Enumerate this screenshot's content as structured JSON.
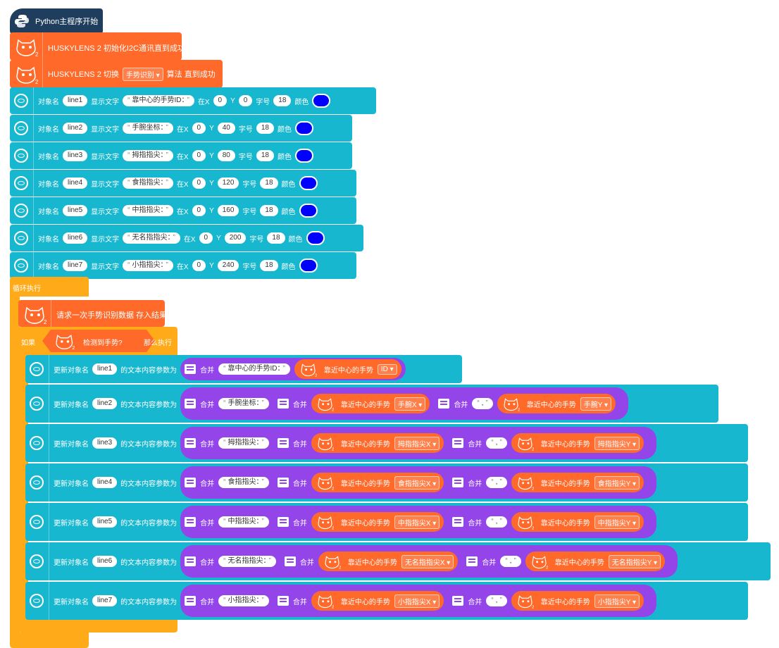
{
  "start": {
    "label": "Python主程序开始"
  },
  "init": {
    "label": "HUSKYLENS 2 初始化I2C通讯直到成功"
  },
  "switch": {
    "label_a": "HUSKYLENS 2 切换",
    "algo": "手势识别",
    "label_b": "算法 直到成功"
  },
  "oled": {
    "obj_label": "对象名",
    "text_label": "显示文字",
    "x_label": "在X",
    "y_label": "Y",
    "size_label": "字号",
    "color_label": "颜色",
    "lines": [
      {
        "name": "line1",
        "text": "靠中心的手势ID：",
        "x": "0",
        "y": "0",
        "size": "18"
      },
      {
        "name": "line2",
        "text": "手腕坐标：",
        "x": "0",
        "y": "40",
        "size": "18"
      },
      {
        "name": "line3",
        "text": "拇指指尖：",
        "x": "0",
        "y": "80",
        "size": "18"
      },
      {
        "name": "line4",
        "text": "食指指尖：",
        "x": "0",
        "y": "120",
        "size": "18"
      },
      {
        "name": "line5",
        "text": "中指指尖：",
        "x": "0",
        "y": "160",
        "size": "18"
      },
      {
        "name": "line6",
        "text": "无名指指尖：",
        "x": "0",
        "y": "200",
        "size": "18"
      },
      {
        "name": "line7",
        "text": "小指指尖：",
        "x": "0",
        "y": "240",
        "size": "18"
      }
    ]
  },
  "loop": {
    "label": "循环执行"
  },
  "request": {
    "label": "请求一次手势识别数据 存入结果"
  },
  "if": {
    "label_if": "如果",
    "cond": "检测到手势?",
    "label_then": "那么执行"
  },
  "update": {
    "prefix": "更新对象名",
    "suffix": "的文本内容参数为",
    "concat": "合并",
    "near": "靠近中心的手势",
    "comma": ",",
    "rows": [
      {
        "name": "line1",
        "text": "靠中心的手势ID：",
        "single": true,
        "dd": "ID"
      },
      {
        "name": "line2",
        "text": "手腕坐标：",
        "ddx": "手腕X",
        "ddy": "手腕Y"
      },
      {
        "name": "line3",
        "text": "拇指指尖：",
        "ddx": "拇指指尖X",
        "ddy": "拇指指尖Y"
      },
      {
        "name": "line4",
        "text": "食指指尖：",
        "ddx": "食指指尖X",
        "ddy": "食指指尖Y"
      },
      {
        "name": "line5",
        "text": "中指指尖：",
        "ddx": "中指指尖X",
        "ddy": "中指指尖Y"
      },
      {
        "name": "line6",
        "text": "无名指指尖：",
        "ddx": "无名指指尖X",
        "ddy": "无名指指尖Y"
      },
      {
        "name": "line7",
        "text": "小指指尖：",
        "ddx": "小指指尖X",
        "ddy": "小指指尖Y"
      }
    ]
  },
  "colors": {
    "oled": "#17b8cf",
    "husky": "#ff6a2b",
    "control": "#ffab19",
    "text": "#9445e9",
    "start": "#1f3d5c",
    "dot": "#0000ff"
  }
}
